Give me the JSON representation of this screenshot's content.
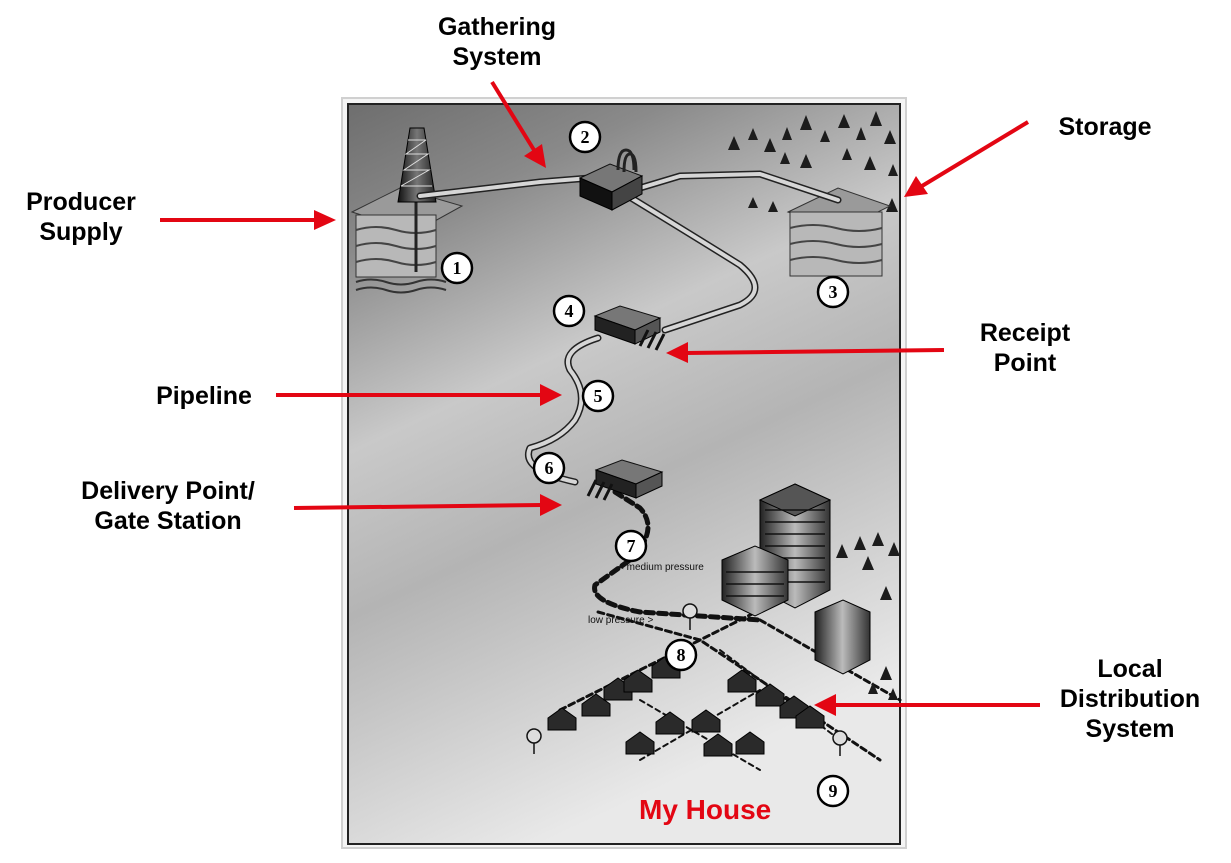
{
  "labels": {
    "gathering_system": [
      "Gathering",
      "System"
    ],
    "storage": "Storage",
    "producer_supply": [
      "Producer",
      "Supply"
    ],
    "receipt_point": [
      "Receipt",
      "Point"
    ],
    "pipeline": "Pipeline",
    "delivery_point": [
      "Delivery Point/",
      "Gate Station"
    ],
    "local_distribution": [
      "Local",
      "Distribution",
      "System"
    ],
    "my_house": "My House"
  },
  "markers": [
    "1",
    "2",
    "3",
    "4",
    "5",
    "6",
    "7",
    "8",
    "9"
  ],
  "pressure_labels": {
    "medium": "< medium pressure",
    "low": "low pressure >"
  },
  "colors": {
    "arrow": "#e30613",
    "label_text": "#000000",
    "my_house_text": "#e30613"
  }
}
